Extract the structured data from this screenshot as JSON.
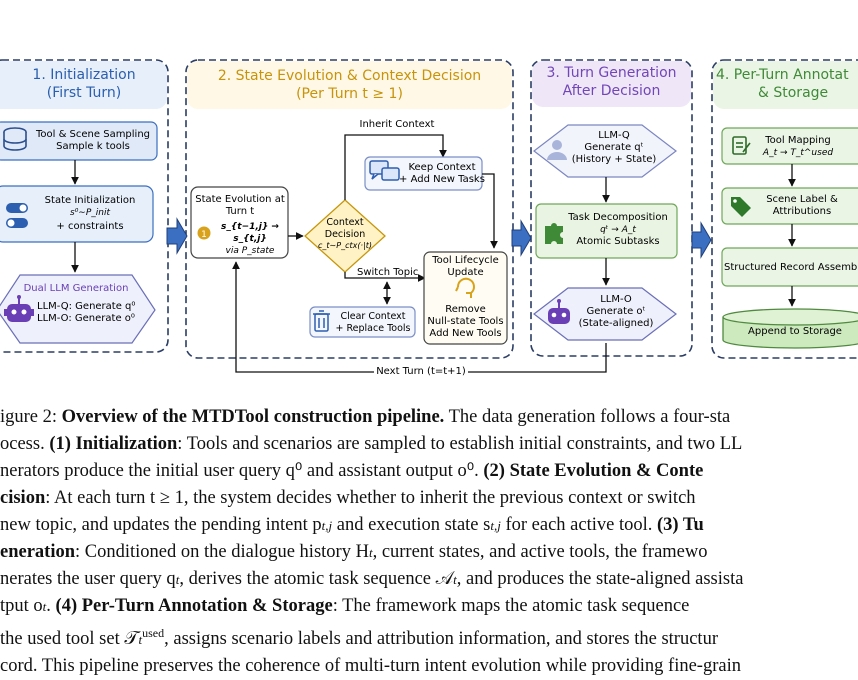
{
  "panels": {
    "p1": {
      "title_line1": "1. Initialization",
      "title_line2": "(First Turn)"
    },
    "p2": {
      "title_line1": "2. State Evolution & Context Decision",
      "title_line2": "(Per Turn t ≥ 1)"
    },
    "p3": {
      "title_line1": "3. Turn Generation",
      "title_line2": "After Decision"
    },
    "p4": {
      "title_line1": "4. Per-Turn Annotat",
      "title_line2": "& Storage"
    }
  },
  "boxes": {
    "tool_sampling": {
      "line1": "Tool & Scene Sampling",
      "line2": "Sample k tools"
    },
    "state_init": {
      "line1": "State Initialization",
      "line2": "s⁰∼P_init",
      "line3": "+ constraints"
    },
    "dual_llm": {
      "title": "Dual LLM Generation",
      "line1": "LLM-Q: Generate q⁰",
      "line2": "LLM-O: Generate o⁰"
    },
    "state_evo": {
      "line1": "State Evolution at",
      "line2": "Turn t",
      "line3": "s_{t−1,j} → s_{t,j}",
      "line4": "via P_state"
    },
    "context_decision": {
      "line1": "Context",
      "line2": "Decision",
      "line3": "c_t∼P_ctx(·|t)"
    },
    "keep_context": {
      "line1": "Keep Context",
      "line2": "+ Add New Tasks"
    },
    "tool_lifecycle": {
      "line1": "Tool Lifecycle",
      "line2": "Update",
      "line3": "Remove",
      "line4": "Null-state Tools",
      "line5": "Add New Tools"
    },
    "clear_context": {
      "line1": "Clear Context",
      "line2": "+ Replace Tools"
    },
    "llm_q": {
      "line1": "LLM-Q",
      "line2": "Generate qᵗ",
      "line3": "(History + State)"
    },
    "task_decomp": {
      "line1": "Task Decomposition",
      "line2": "qᵗ → A_t",
      "line3": "Atomic Subtasks"
    },
    "llm_o": {
      "line1": "LLM-O",
      "line2": "Generate oᵗ",
      "line3": "(State-aligned)"
    },
    "tool_mapping": {
      "line1": "Tool Mapping",
      "line2": "A_t → T_t^used"
    },
    "scene_label": {
      "line1": "Scene Label &",
      "line2": "Attributions"
    },
    "structured_record": {
      "line1": "Structured Record Assembl"
    },
    "append_storage": {
      "line1": "Append to Storage"
    }
  },
  "edge_labels": {
    "inherit": "Inherit Context",
    "switch": "Switch Topic",
    "next_turn": "Next Turn (t=t+1)"
  },
  "caption": {
    "fig": "igure 2: ",
    "title": "Overview of the MTDTool construction pipeline.",
    "l1_rest": " The data generation follows a four-sta",
    "l2_a": "ocess. ",
    "l2_b": "(1) Initialization",
    "l2_c": ": Tools and scenarios are sampled to establish initial constraints, and two LL",
    "l3": "nerators produce the initial user query q⁰ and assistant output o⁰.  ",
    "l3_b": "(2) State Evolution & Conte",
    "l4_a": "cision",
    "l4_b": ":  At each turn t ≥ 1, the system decides whether to inherit the previous context or switch",
    "l5_a": "new topic, and updates the pending intent p",
    "l5_b": " and execution state s",
    "l5_c": " for each active tool.  ",
    "l5_d": "(3) Tu",
    "l6_a": "eneration",
    "l6_b": ":  Conditioned on the dialogue history H",
    "l6_c": ", current states, and active tools, the framewo",
    "l7_a": "nerates the user query q",
    "l7_b": ", derives the atomic task sequence 𝒜",
    "l7_c": ", and produces the state-aligned assista",
    "l8_a": "tput o",
    "l8_b": ".  ",
    "l8_c": "(4) Per-Turn Annotation & Storage",
    "l8_d": ":  The framework maps the atomic task sequence",
    "l9_a": "the used tool set 𝒯",
    "l9_b": ", assigns scenario labels and attribution information, and stores the structur",
    "l10": "cord. This pipeline preserves the coherence of multi-turn intent evolution while providing fine-grain"
  }
}
